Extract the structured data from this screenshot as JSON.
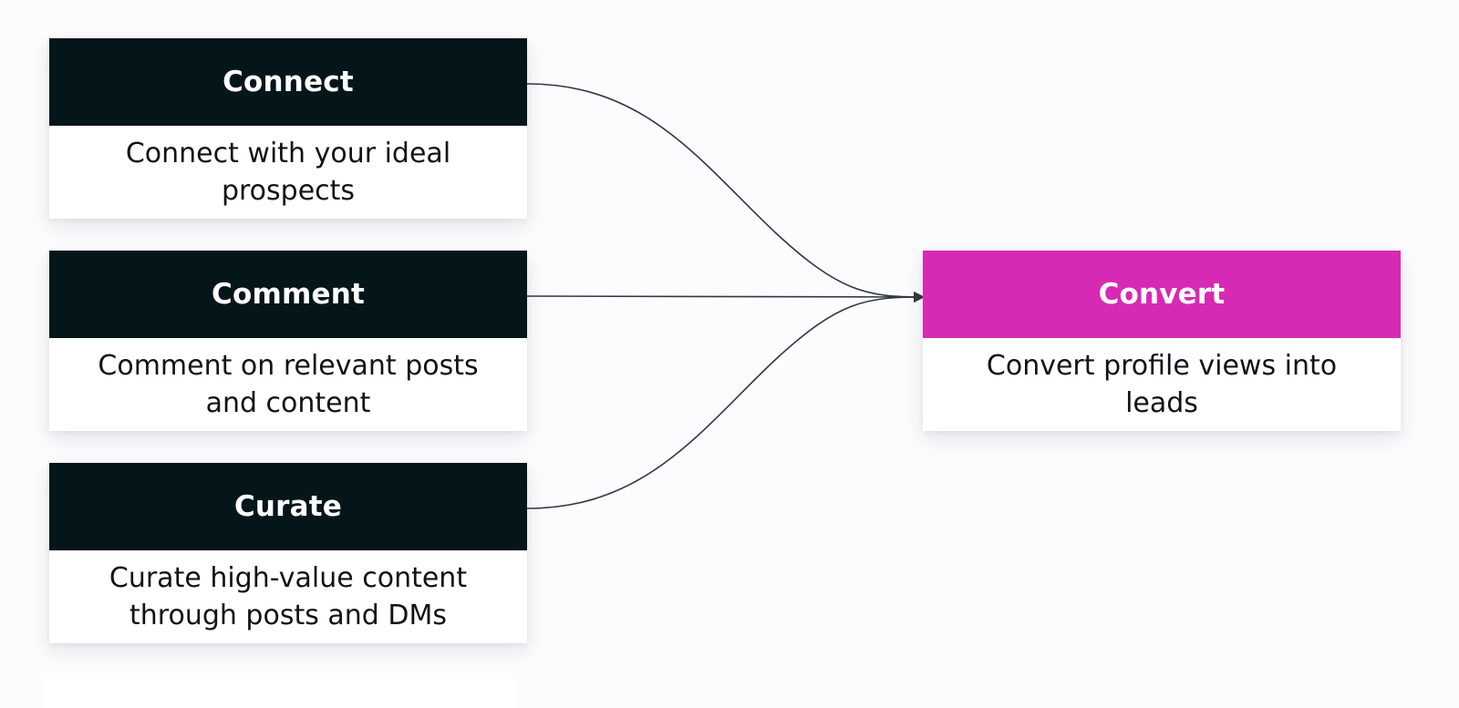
{
  "colors": {
    "source_header": "#05161b",
    "target_header": "#d72ab4",
    "connector": "#2f3a40"
  },
  "sources": [
    {
      "title": "Connect",
      "description": "Connect with your ideal prospects"
    },
    {
      "title": "Comment",
      "description": "Comment on relevant posts and content"
    },
    {
      "title": "Curate",
      "description": "Curate high-value content through posts and DMs"
    }
  ],
  "target": {
    "title": "Convert",
    "description": "Convert profile views into leads"
  }
}
